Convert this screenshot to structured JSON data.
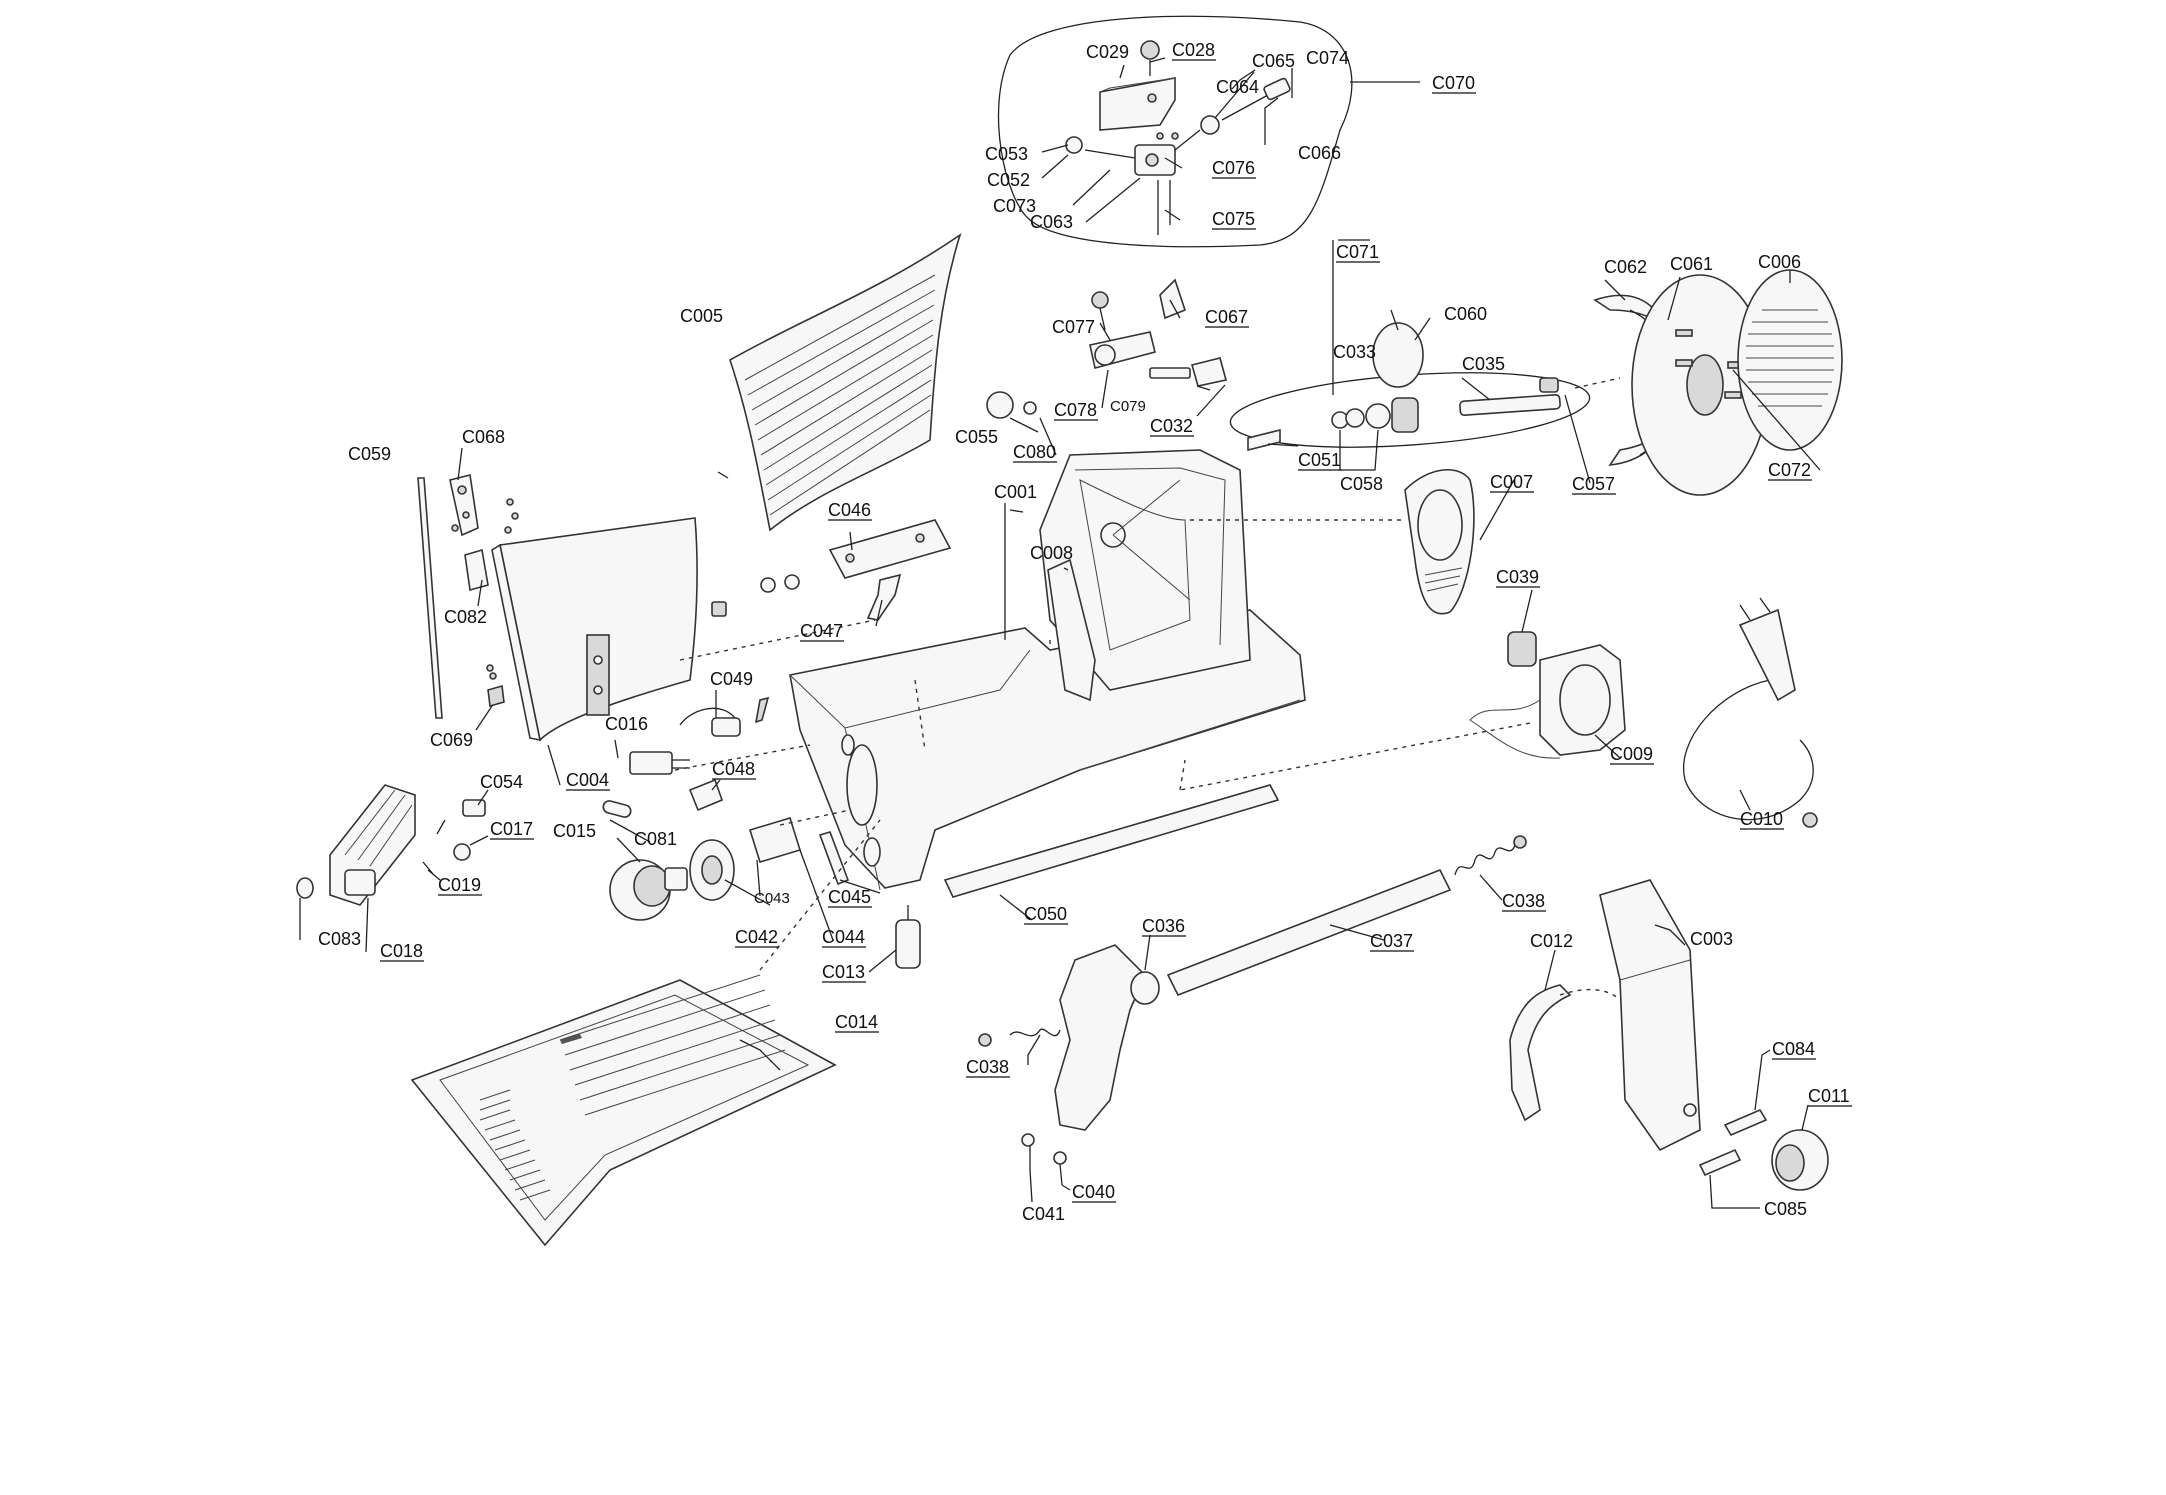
{
  "parts": {
    "C001": "C001",
    "C003": "C003",
    "C004": "C004",
    "C005": "C005",
    "C006": "C006",
    "C007": "C007",
    "C008": "C008",
    "C009": "C009",
    "C010": "C010",
    "C011": "C011",
    "C012": "C012",
    "C013": "C013",
    "C014": "C014",
    "C015": "C015",
    "C016": "C016",
    "C017": "C017",
    "C018": "C018",
    "C019": "C019",
    "C028": "C028",
    "C029": "C029",
    "C032": "C032",
    "C033": "C033",
    "C035": "C035",
    "C036": "C036",
    "C037": "C037",
    "C038": "C038",
    "C038b": "C038",
    "C039": "C039",
    "C040": "C040",
    "C041": "C041",
    "C042": "C042",
    "C043": "C043",
    "C044": "C044",
    "C045": "C045",
    "C046": "C046",
    "C047": "C047",
    "C048": "C048",
    "C049": "C049",
    "C050": "C050",
    "C051": "C051",
    "C052": "C052",
    "C053": "C053",
    "C054": "C054",
    "C055": "C055",
    "C057": "C057",
    "C058": "C058",
    "C059": "C059",
    "C060": "C060",
    "C061": "C061",
    "C062": "C062",
    "C063": "C063",
    "C064": "C064",
    "C065": "C065",
    "C066": "C066",
    "C067": "C067",
    "C068": "C068",
    "C069": "C069",
    "C070": "C070",
    "C071": "C071",
    "C072": "C072",
    "C073": "C073",
    "C074": "C074",
    "C075": "C075",
    "C076": "C076",
    "C077": "C077",
    "C078": "C078",
    "C079": "C079",
    "C080": "C080",
    "C081": "C081",
    "C082": "C082",
    "C083": "C083",
    "C084": "C084",
    "C085": "C085"
  }
}
